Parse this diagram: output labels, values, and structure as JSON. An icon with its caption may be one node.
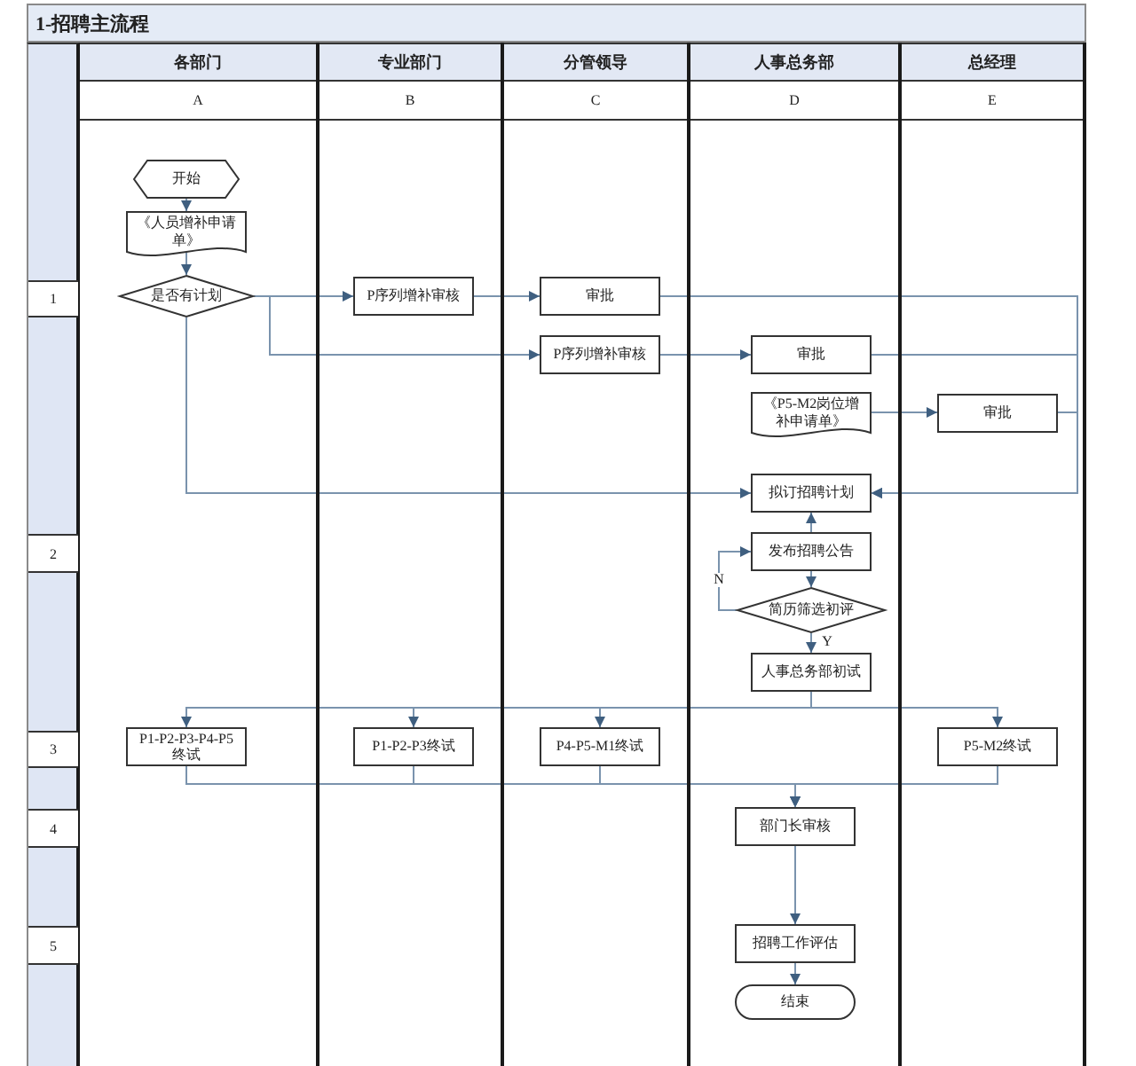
{
  "diagram": {
    "title": "1-招聘主流程",
    "nodes": [
      {
        "text": [
          "各部门",
          "A"
        ]
      },
      {
        "text": [
          "专业部门",
          "B"
        ]
      },
      {
        "text": [
          "分管领导",
          "C"
        ]
      },
      {
        "text": [
          "人事总务部",
          "D"
        ]
      },
      {
        "text": [
          "总经理",
          "E"
        ]
      },
      {
        "text": [
          "开始"
        ],
        "in": 0
      },
      {
        "text": [
          "《人员增补申请单》"
        ],
        "in": 0
      },
      {
        "text": [
          "是否有计划"
        ],
        "in": 0
      },
      {
        "text": [
          "P序列增补审核"
        ],
        "in": 1
      },
      {
        "text": [
          "审批"
        ],
        "in": 2
      },
      {
        "text": [
          "P序列增补审核"
        ],
        "in": 2
      },
      {
        "text": [
          "审批"
        ],
        "in": 3
      },
      {
        "text": [
          "《P5-M2岗位增补申请单》"
        ],
        "in": 3
      },
      {
        "text": [
          "审批"
        ],
        "in": 4
      },
      {
        "text": [
          "拟订招聘计划"
        ],
        "in": 3
      },
      {
        "text": [
          "发布招聘公告"
        ],
        "in": 3
      },
      {
        "text": [
          "简历筛选初评"
        ],
        "in": 3
      },
      {
        "text": [
          "人事总务部初试"
        ],
        "in": 3
      },
      {
        "text": [
          "P1-P2-P3-P4-P5终试"
        ],
        "in": 0
      },
      {
        "text": [
          "P1-P2-P3终试"
        ],
        "in": 1
      },
      {
        "text": [
          "P4-P5-M1终试"
        ],
        "in": 2
      },
      {
        "text": [
          "P5-M2终试"
        ],
        "in": 4
      },
      {
        "text": [
          "部门长审核"
        ],
        "in": 3
      },
      {
        "text": [
          "招聘工作评估"
        ],
        "in": 3
      },
      {
        "text": [
          "结束"
        ],
        "in": 3
      }
    ],
    "edges": [
      {
        "from": 5,
        "to": 6,
        "arrow": "to"
      },
      {
        "from": 6,
        "to": 7,
        "arrow": "to"
      },
      {
        "from": 7,
        "to": 8,
        "arrow": "to"
      },
      {
        "from": 8,
        "to": 9,
        "arrow": "to"
      },
      {
        "from": 9,
        "to": 14,
        "arrow": "to"
      },
      {
        "from": 7,
        "to": 10,
        "arrow": "to"
      },
      {
        "from": 10,
        "to": 11,
        "arrow": "to"
      },
      {
        "from": 11,
        "to": 14,
        "arrow": "to"
      },
      {
        "from": 12,
        "to": 13,
        "arrow": "to"
      },
      {
        "from": 13,
        "to": 14,
        "arrow": "to"
      },
      {
        "from": 7,
        "to": 14,
        "arrow": "to"
      },
      {
        "from": 15,
        "to": 14,
        "arrow": "to"
      },
      {
        "from": 15,
        "to": 16,
        "arrow": "to"
      },
      {
        "from": 16,
        "to": 15,
        "arrow": "to",
        "label": "N"
      },
      {
        "from": 16,
        "to": 17,
        "arrow": "to",
        "label": "Y"
      },
      {
        "from": 17,
        "to": 18,
        "arrow": "to"
      },
      {
        "from": 17,
        "to": 19,
        "arrow": "to"
      },
      {
        "from": 17,
        "to": 20,
        "arrow": "to"
      },
      {
        "from": 17,
        "to": 21,
        "arrow": "to"
      },
      {
        "from": 18,
        "to": 22,
        "arrow": "to"
      },
      {
        "from": 19,
        "to": 22,
        "arrow": "to"
      },
      {
        "from": 20,
        "to": 22,
        "arrow": "to"
      },
      {
        "from": 21,
        "to": 22,
        "arrow": "to"
      },
      {
        "from": 22,
        "to": 23,
        "arrow": "to"
      },
      {
        "from": 23,
        "to": 24,
        "arrow": "to"
      }
    ],
    "labels": [
      "1",
      "2",
      "3",
      "4",
      "5"
    ]
  }
}
